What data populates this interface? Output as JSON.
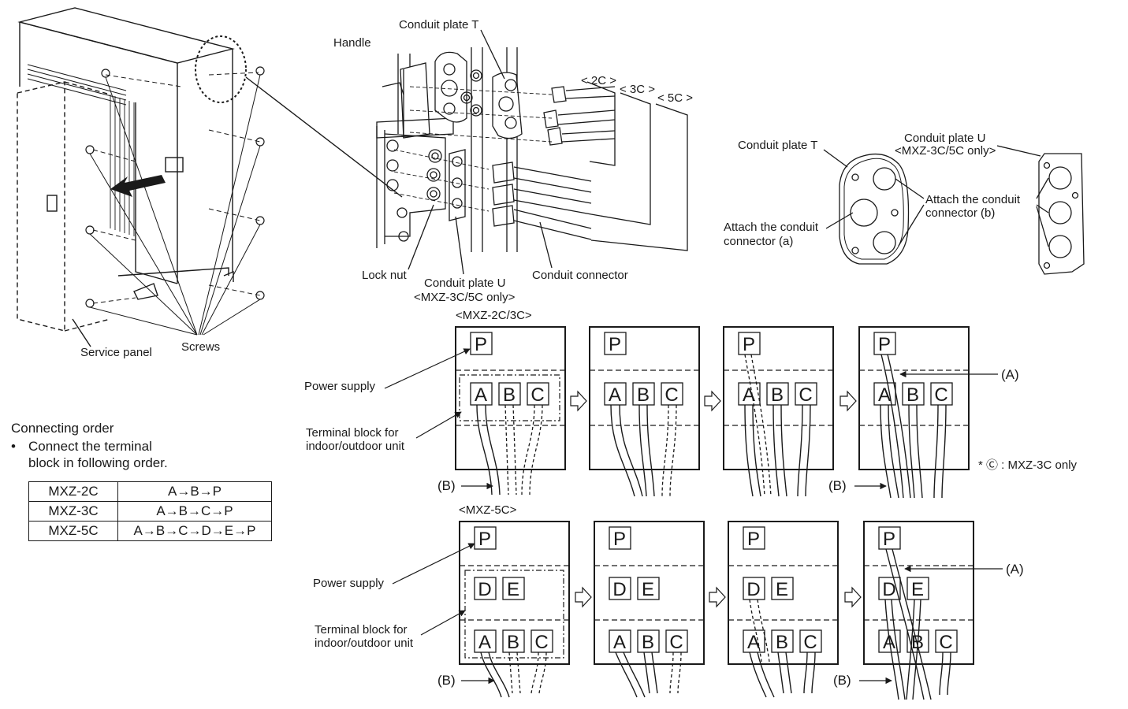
{
  "labels": {
    "conduit_plate_t_top": "Conduit plate T",
    "handle": "Handle",
    "lock_nut": "Lock nut",
    "conduit_plate_u": "Conduit plate U",
    "conduit_plate_u_note": "<MXZ-3C/5C only>",
    "conduit_connector": "Conduit connector",
    "size_2c": "< 2C >",
    "size_3c": "< 3C >",
    "size_5c": "< 5C >",
    "service_panel": "Service panel",
    "screws": "Screws",
    "detail_plate_t": "Conduit plate T",
    "detail_plate_u": "Conduit plate U",
    "detail_plate_u_note": "<MXZ-3C/5C only>",
    "attach_a_line1": "Attach the conduit",
    "attach_a_line2": "connector (a)",
    "attach_b_line1": "Attach the conduit",
    "attach_b_line2": "connector (b)"
  },
  "section_2c3c": {
    "header": "<MXZ-2C/3C>",
    "power_supply": "Power supply",
    "terminal_line1": "Terminal block for",
    "terminal_line2": "indoor/outdoor unit",
    "b_label": "(B)",
    "a_label": "(A)",
    "note": "* Ⓒ : MXZ-3C only"
  },
  "section_5c": {
    "header": "<MXZ-5C>",
    "power_supply": "Power supply",
    "terminal_line1": "Terminal block for",
    "terminal_line2": "indoor/outdoor unit",
    "b_label": "(B)",
    "a_label": "(A)"
  },
  "terminals": {
    "p": "P",
    "a": "A",
    "b": "B",
    "c": "C",
    "d": "D",
    "e": "E"
  },
  "connecting_order": {
    "title": "Connecting order",
    "bullet": "•",
    "line1": "Connect the terminal",
    "line2": "block in following order.",
    "rows": [
      {
        "model": "MXZ-2C",
        "sequence": "A→B→P"
      },
      {
        "model": "MXZ-3C",
        "sequence": "A→B→C→P"
      },
      {
        "model": "MXZ-5C",
        "sequence": "A→B→C→D→E→P"
      }
    ]
  }
}
